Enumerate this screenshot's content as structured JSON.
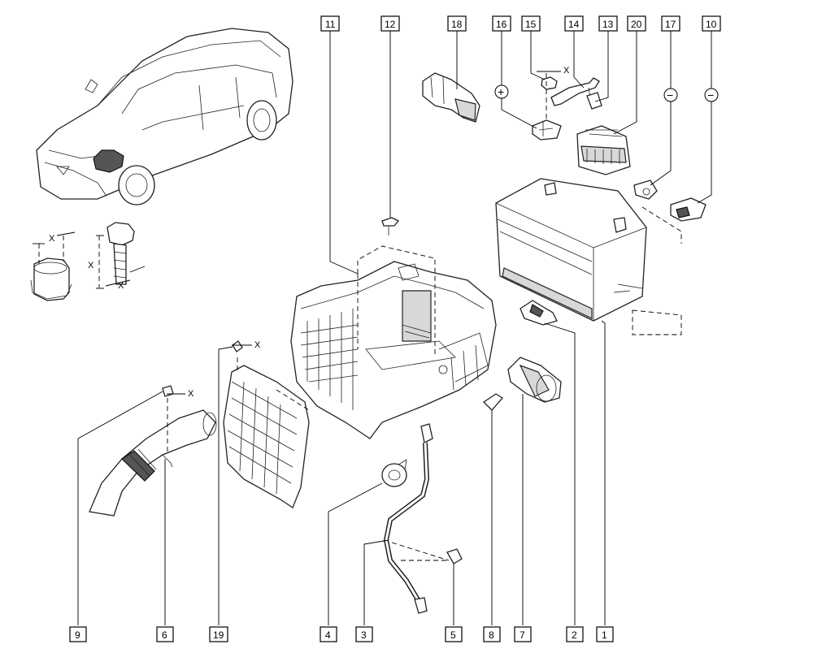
{
  "callouts": {
    "c11": "11",
    "c12": "12",
    "c18": "18",
    "c16": "16",
    "c15": "15",
    "c14": "14",
    "c13": "13",
    "c20": "20",
    "c17": "17",
    "c10": "10",
    "c9": "9",
    "c6": "6",
    "c19": "19",
    "c4": "4",
    "c3": "3",
    "c5": "5",
    "c8": "8",
    "c7": "7",
    "c2": "2",
    "c1": "1"
  },
  "torque_marker": "X",
  "polarity": {
    "positive": "+",
    "negative": "−"
  },
  "icons": {
    "vehicle": "car-hatchback-icon",
    "battery": "battery-icon",
    "tray": "battery-tray-icon",
    "harness": "cable-harness-icon",
    "bolt": "bolt-icon",
    "nut": "nut-icon"
  }
}
